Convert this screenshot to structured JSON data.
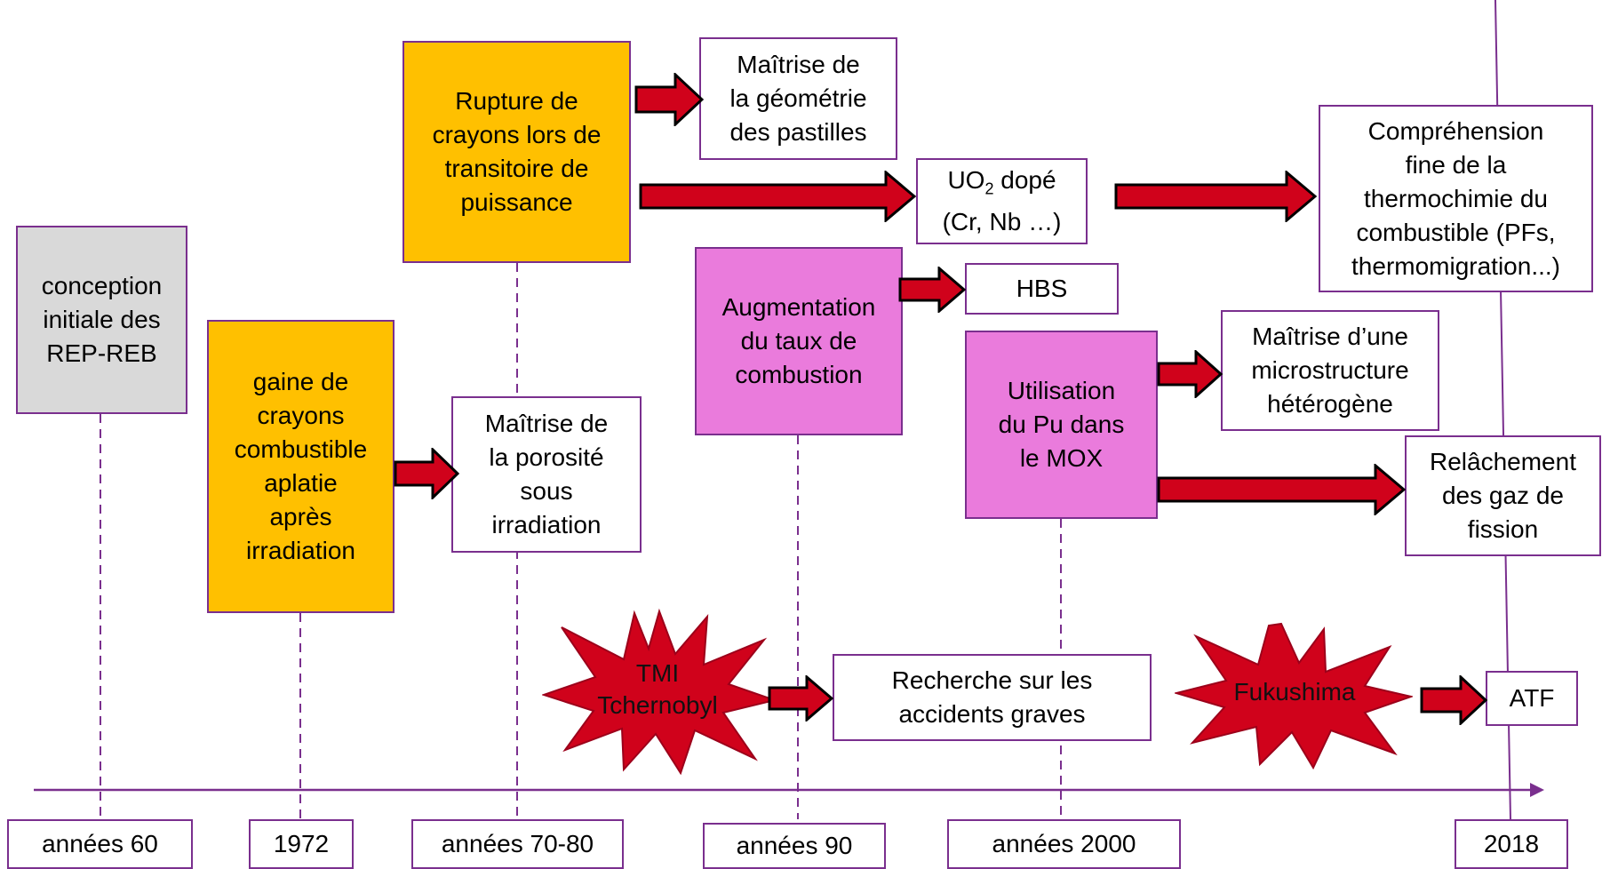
{
  "colors": {
    "accent_line": "#7a2f8e",
    "orange_box": "#ffc000",
    "pink_box": "#ea7bdc",
    "grey_box": "#d9d9d9",
    "arrow_fill": "#d0021b",
    "burst_fill": "#d0021b"
  },
  "boxes": {
    "conception": "conception\ninitiale des\nREP-REB",
    "gaine": "gaine de\ncrayons\ncombustible\naplatie\naprès\nirradiation",
    "porosite": "Maîtrise de\nla porosité\nsous\nirradiation",
    "rupture": "Rupture  de\ncrayons lors de\ntransitoire de\npuissance",
    "geometrie": "Maîtrise de\nla géométrie\ndes pastilles",
    "uo2_main": "UO",
    "uo2_sub": "2",
    "uo2_rest": " dopé",
    "uo2_line2": "(Cr, Nb …)",
    "augmentation": "Augmentation\ndu taux de\ncombustion",
    "hbs": "HBS",
    "utilisation": "Utilisation\ndu Pu dans\nle MOX",
    "microstructure": "Maîtrise d’une\nmicrostructure\nhétérogène",
    "comprehension": "Compréhension\nfine de la\nthermochimie du\ncombustible (PFs,\nthermomigration...)",
    "relachement": "Relâchement\ndes gaz de\nfission",
    "recherche": "Recherche sur les\naccidents graves",
    "atf": "ATF"
  },
  "bursts": {
    "tmi": "TMI\nTchernobyl",
    "fukushima": "Fukushima"
  },
  "years": [
    "années 60",
    "1972",
    "années 70-80",
    "années 90",
    "années 2000",
    "2018"
  ],
  "icons": {
    "arrow": "right-arrow-icon",
    "burst": "explosion-burst-icon"
  }
}
